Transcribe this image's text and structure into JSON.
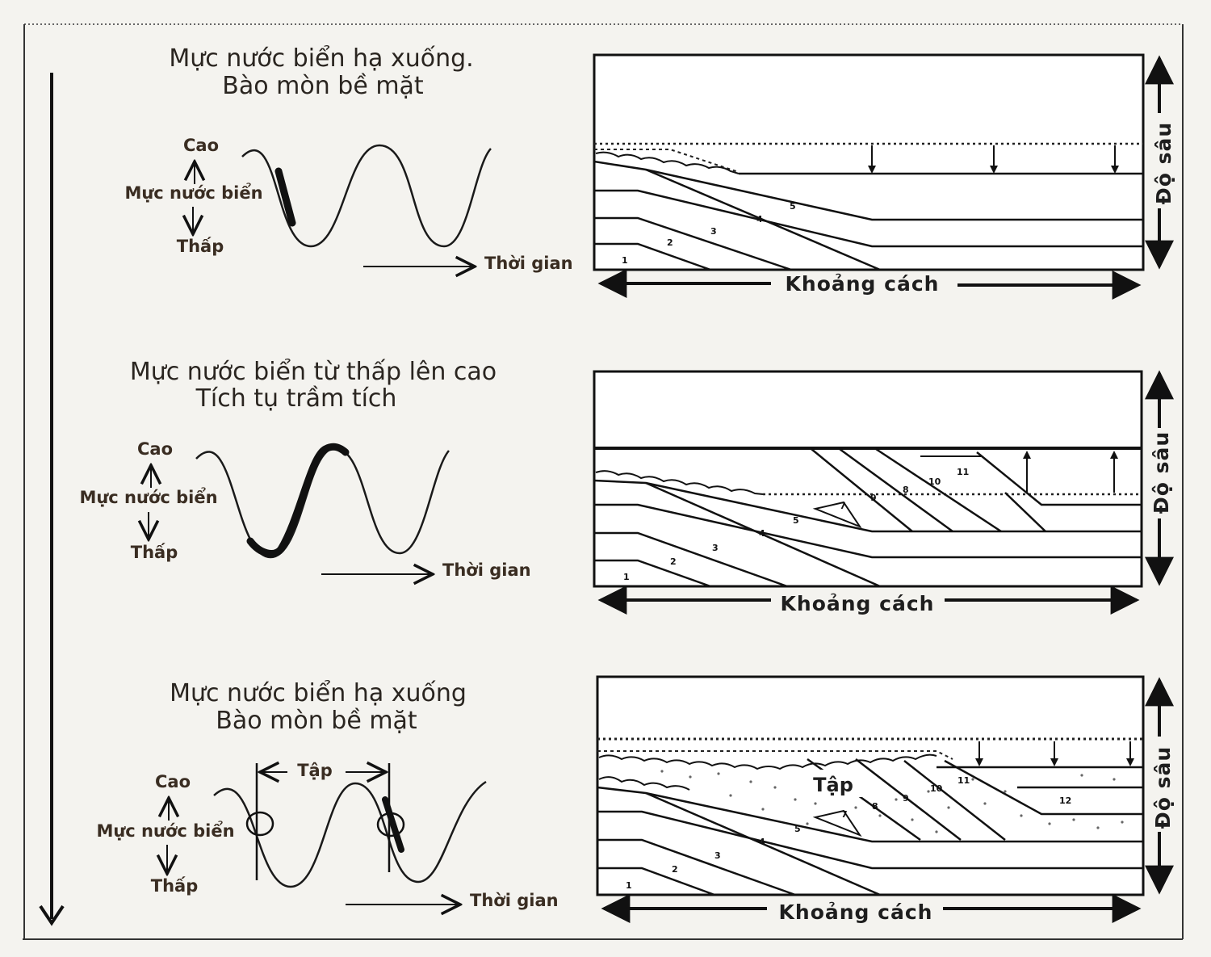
{
  "panels": [
    {
      "title_line1": "Mực nước biển hạ xuống.",
      "title_line2": "Bào mòn bề mặt",
      "label_high": "Cao",
      "label_sea_level": "Mực nước biển",
      "label_low": "Thấp",
      "label_time": "Thời gian",
      "label_distance": "Khoảng cách",
      "label_depth": "Độ sâu",
      "layer_numbers": [
        "1",
        "2",
        "3",
        "4",
        "5"
      ]
    },
    {
      "title_line1": "Mực nước biển từ thấp lên cao",
      "title_line2": "Tích tụ trầm tích",
      "label_high": "Cao",
      "label_sea_level": "Mực nước biển",
      "label_low": "Thấp",
      "label_time": "Thời gian",
      "label_distance": "Khoảng cách",
      "label_depth": "Độ sâu",
      "layer_numbers": [
        "1",
        "2",
        "3",
        "4",
        "5",
        "7",
        "9",
        "8",
        "10",
        "11"
      ]
    },
    {
      "title_line1": "Mực nước biển hạ xuống",
      "title_line2": "Bào mòn bề mặt",
      "label_high": "Cao",
      "label_sea_level": "Mực nước biển",
      "label_low": "Thấp",
      "label_time": "Thời gian",
      "label_distance": "Khoảng cách",
      "label_depth": "Độ sâu",
      "label_sequence": "Tập",
      "label_sequence_section": "Tập",
      "layer_numbers": [
        "1",
        "2",
        "3",
        "4",
        "5",
        "7",
        "8",
        "9",
        "10",
        "11",
        "12"
      ]
    }
  ]
}
